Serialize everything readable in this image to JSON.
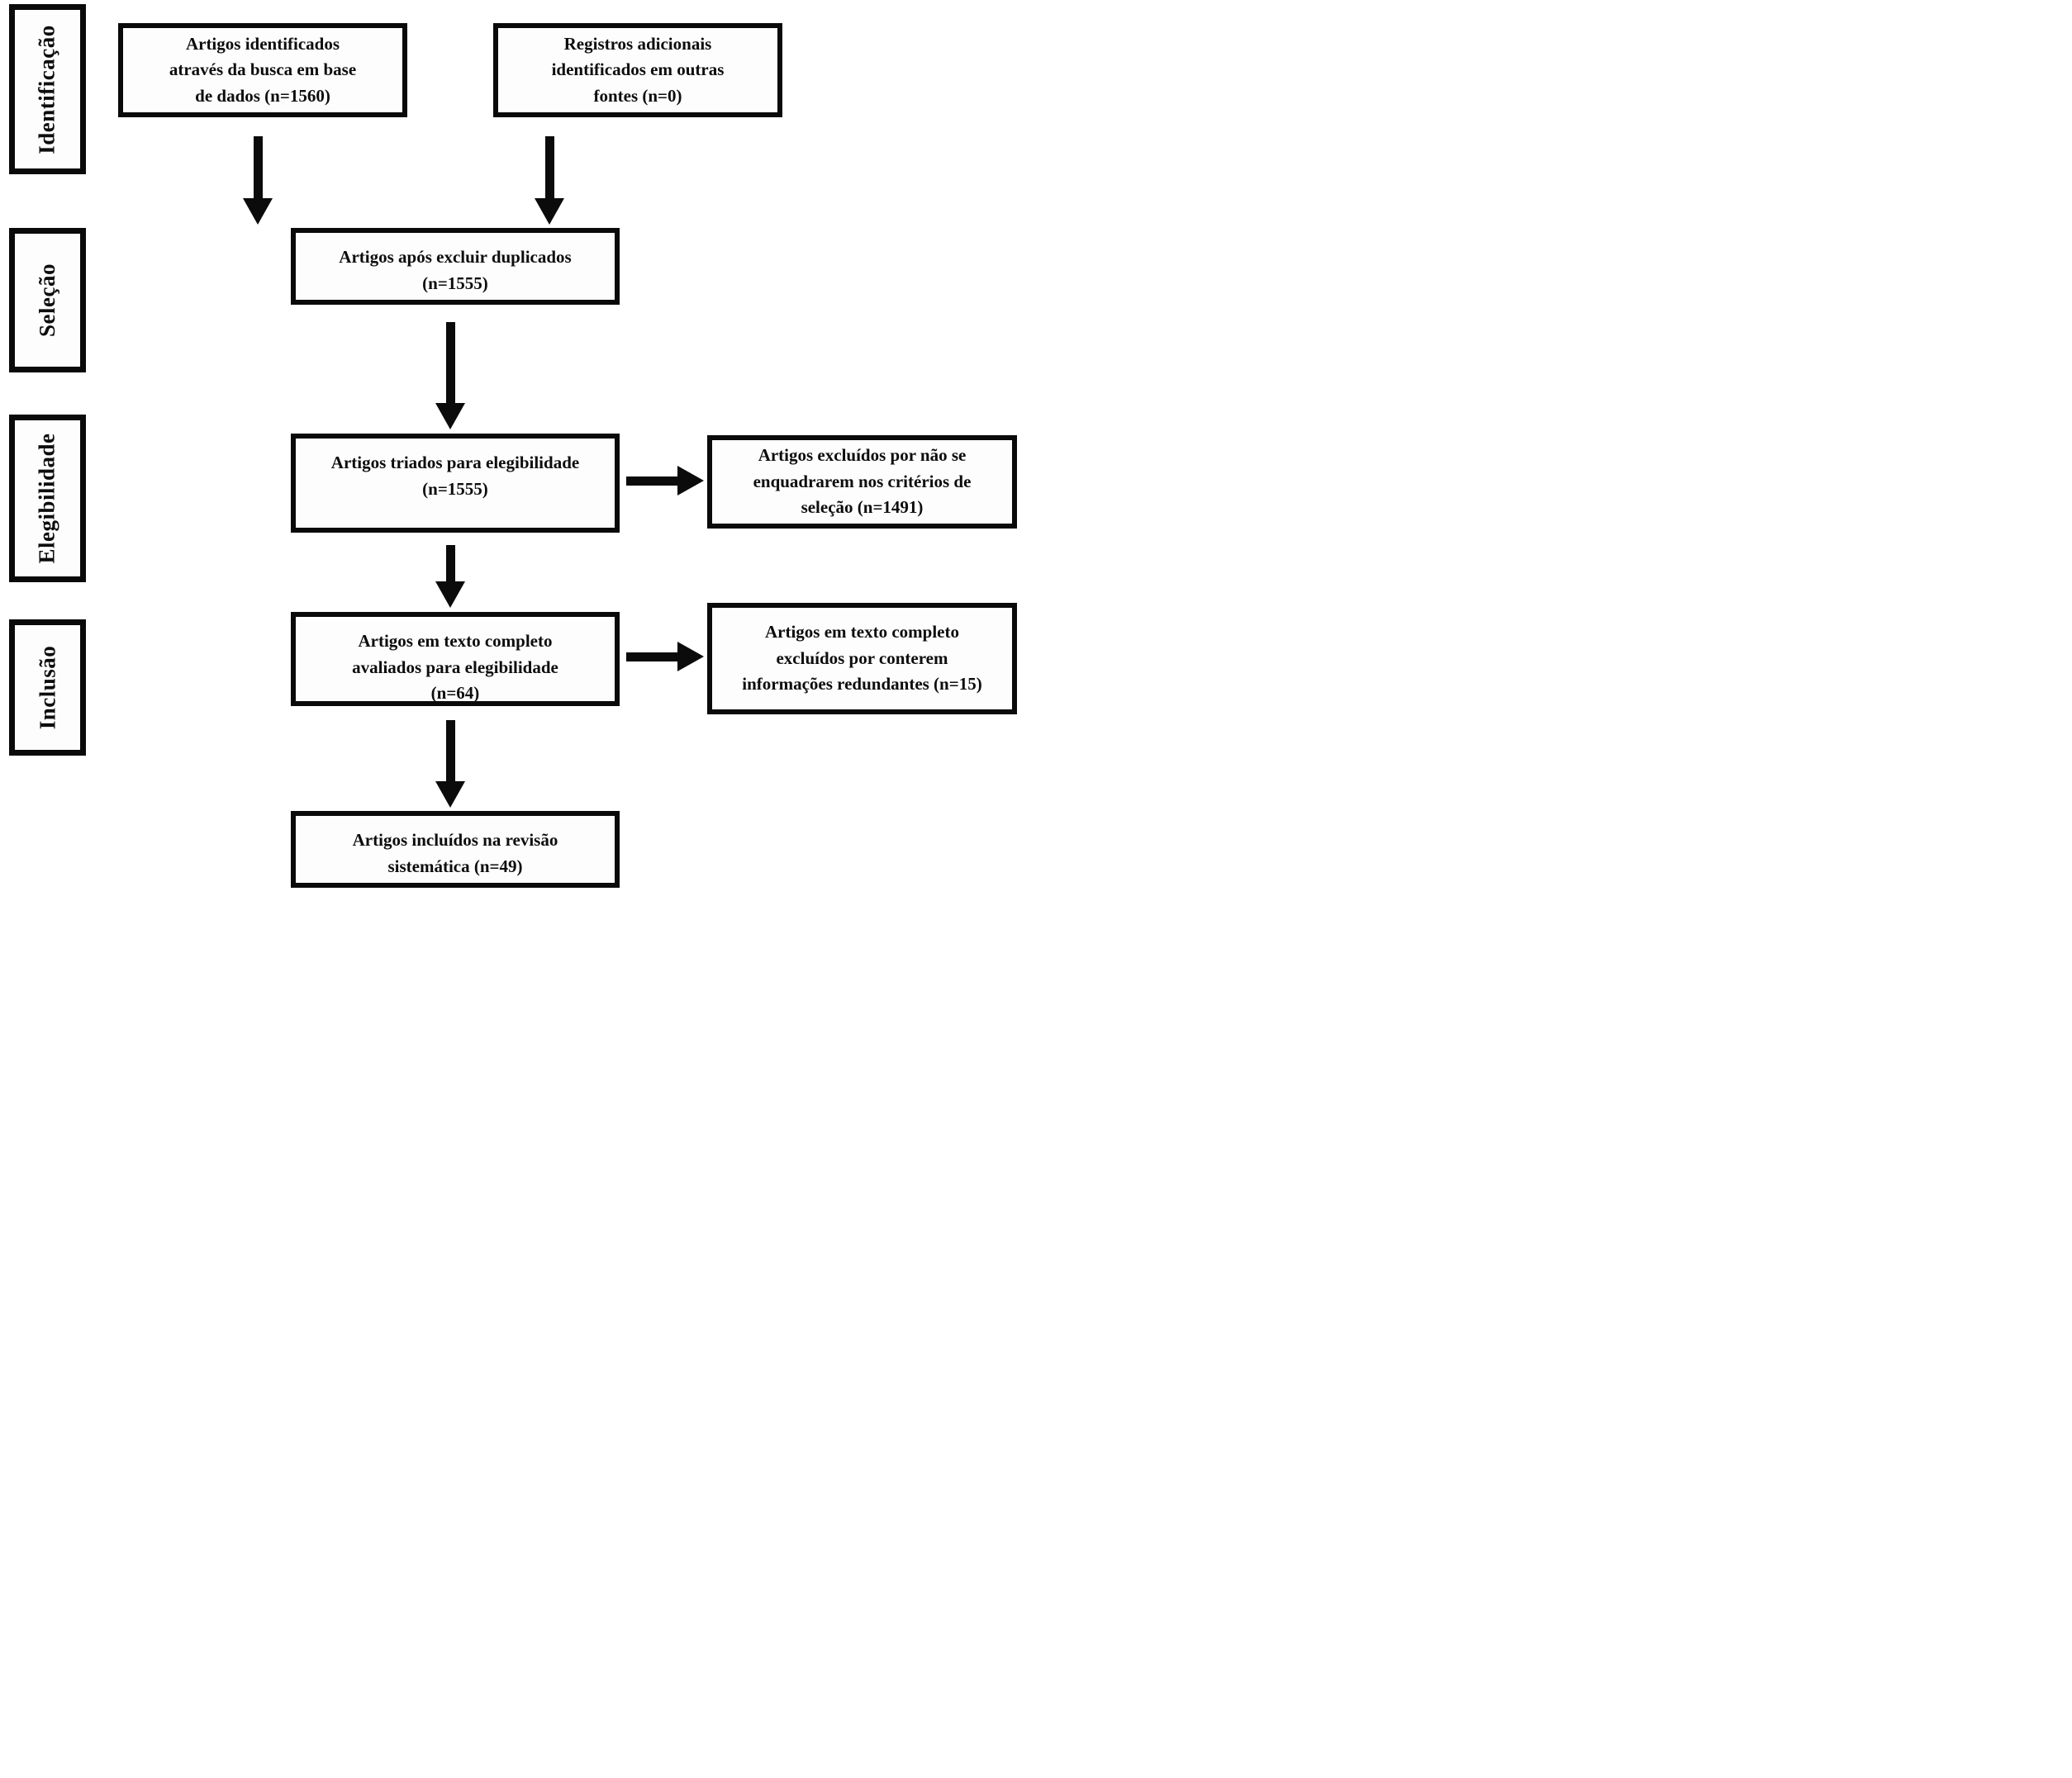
{
  "diagram": {
    "title": "PRISMA flow diagram (Portuguese)",
    "accent_color": "#0a0a0a",
    "background_color": "#ffffff",
    "stages": [
      {
        "label": "Identificação"
      },
      {
        "label": "Seleção"
      },
      {
        "label": "Elegibilidade"
      },
      {
        "label": "Inclusão"
      }
    ],
    "boxes": {
      "identified_db": "Artigos identificados\natravés da busca em base\nde dados (n=1560)",
      "additional_records": "Registros adicionais\nidentificados em outras\nfontes (n=0)",
      "after_duplicates": "Artigos após excluir duplicados\n(n=1555)",
      "screened": "Artigos triados para elegibilidade\n(n=1555)",
      "excluded_criteria": "Artigos excluídos por não se\nenquadrarem nos critérios de\nseleção (n=1491)",
      "fulltext_assessed": "Artigos em texto completo\navaliados para elegibilidade\n(n=64)",
      "fulltext_excluded": "Artigos em texto completo\nexcluídos por conterem\ninformações redundantes (n=15)",
      "included": "Artigos incluídos na revisão\nsistemática (n=49)"
    },
    "counts": {
      "identified_db": 1560,
      "additional_records": 0,
      "after_duplicates": 1555,
      "screened": 1555,
      "excluded_criteria": 1491,
      "fulltext_assessed": 64,
      "fulltext_excluded": 15,
      "included": 49
    }
  }
}
